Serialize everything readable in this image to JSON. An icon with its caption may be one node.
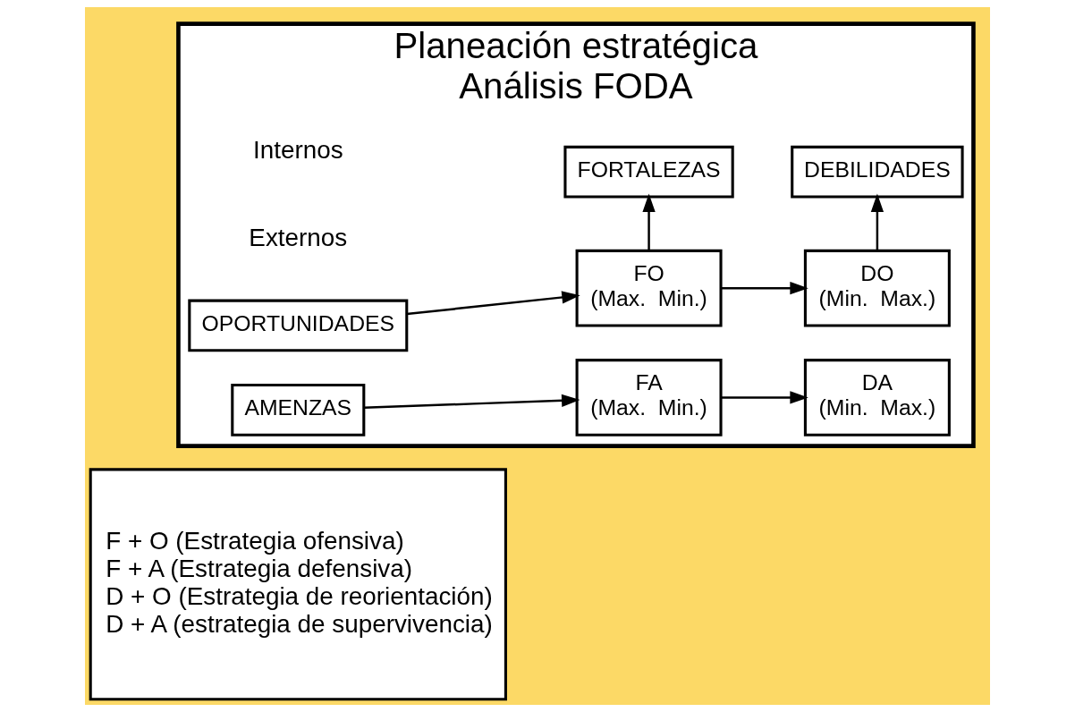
{
  "diagram": {
    "nodes": [
      {
        "text": [
          "F + O (Estrategia ofensiva)",
          "F + A (Estrategia defensiva)",
          "D + O (Estrategia de reorientación)",
          "D + A (estrategia de supervivencia)"
        ]
      },
      {
        "text": [
          "Planeación estratégica",
          "Análisis FODA"
        ]
      },
      {
        "text": [
          "FORTALEZAS"
        ],
        "in": 1
      },
      {
        "text": [
          "DEBILIDADES"
        ],
        "in": 1
      },
      {
        "text": [
          "OPORTUNIDADES"
        ],
        "in": 1
      },
      {
        "text": [
          "FO",
          "(Max.  Min.)"
        ],
        "in": 1
      },
      {
        "text": [
          "DO",
          "(Min.  Max.)"
        ],
        "in": 1
      },
      {
        "text": [
          "AMENZAS"
        ],
        "in": 1
      },
      {
        "text": [
          "FA",
          "(Max.  Min.)"
        ],
        "in": 1
      },
      {
        "text": [
          "DA",
          "(Min.  Max.)"
        ],
        "in": 1
      }
    ],
    "edges": [
      {
        "from": 4,
        "to": 5,
        "arrow": "to"
      },
      {
        "from": 5,
        "to": 6,
        "arrow": "to"
      },
      {
        "from": 5,
        "to": 2,
        "arrow": "to"
      },
      {
        "from": 6,
        "to": 3,
        "arrow": "to"
      },
      {
        "from": 7,
        "to": 8,
        "arrow": "to"
      },
      {
        "from": 8,
        "to": 9,
        "arrow": "to"
      }
    ],
    "labels": [
      "Internos",
      "Externos"
    ]
  }
}
